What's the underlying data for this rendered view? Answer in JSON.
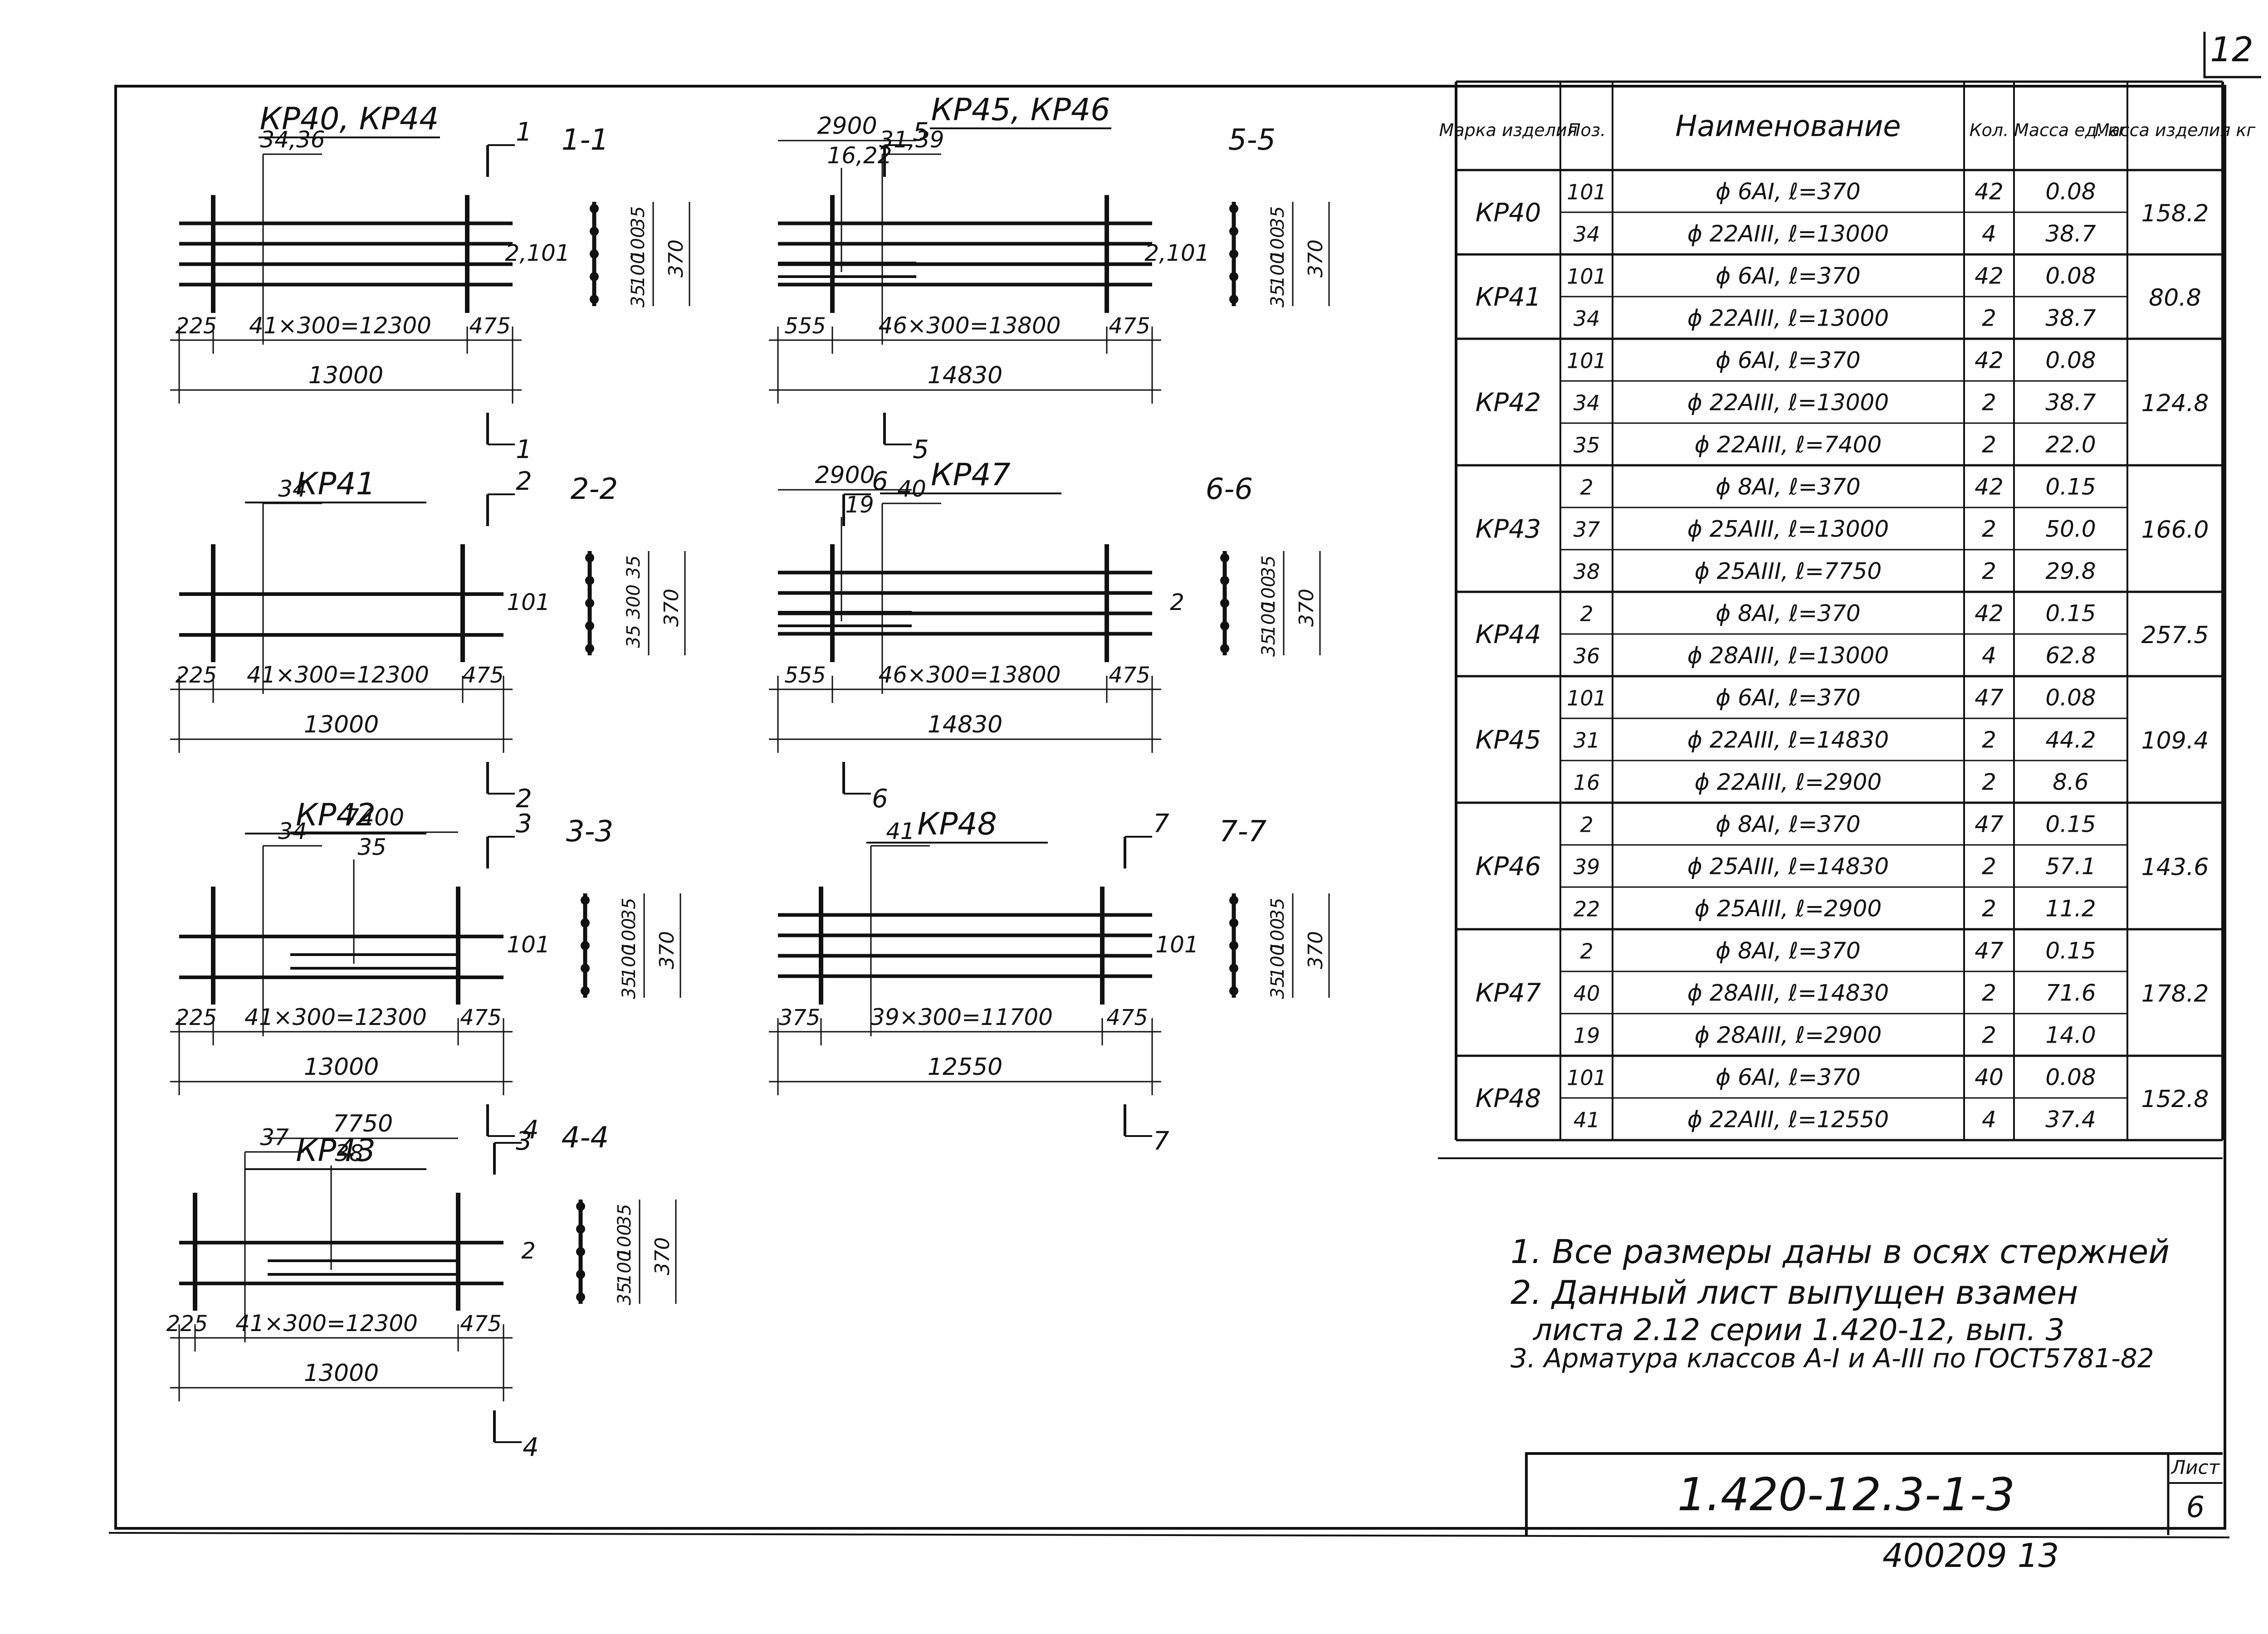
{
  "sheet_number_corner": "12",
  "drawings": [
    {
      "title": "КР40, КР44",
      "sec_label": "1-1",
      "cut": "1",
      "pos_main": "34,36",
      "pos_dist": "2,101",
      "dim_left": "225",
      "dim_mid": "41×300=12300",
      "dim_right": "475",
      "dim_total": "13000",
      "sec_dims": [
        "35",
        "100",
        "100",
        "35",
        "370"
      ]
    },
    {
      "title": "КР45, КР46",
      "sec_label": "5-5",
      "cut": "5",
      "pos_main": "31,39",
      "pos_extra": "16,22",
      "extra_len": "2900",
      "pos_dist": "2,101",
      "dim_left": "555",
      "dim_mid": "46×300=13800",
      "dim_right": "475",
      "dim_total": "14830",
      "sec_dims": [
        "35",
        "100",
        "100",
        "35",
        "370"
      ]
    },
    {
      "title": "КР41",
      "sec_label": "2-2",
      "cut": "2",
      "pos_main": "34",
      "pos_dist": "101",
      "dim_left": "225",
      "dim_mid": "41×300=12300",
      "dim_right": "475",
      "dim_total": "13000",
      "sec_dims": [
        "35",
        "300",
        "35",
        "370"
      ]
    },
    {
      "title": "КР47",
      "sec_label": "6-6",
      "cut": "6",
      "pos_main": "40",
      "pos_extra": "19",
      "extra_len": "2900",
      "pos_dist": "2",
      "dim_left": "555",
      "dim_mid": "46×300=13800",
      "dim_right": "475",
      "dim_total": "14830",
      "sec_dims": [
        "35",
        "100",
        "100",
        "35",
        "370"
      ]
    },
    {
      "title": "КР42",
      "sec_label": "3-3",
      "cut": "3",
      "pos_main": "34",
      "pos_extra": "35",
      "extra_len": "7400",
      "pos_dist": "101",
      "dim_left": "225",
      "dim_mid": "41×300=12300",
      "dim_right": "475",
      "dim_total": "13000",
      "sec_dims": [
        "35",
        "100",
        "100",
        "35",
        "370"
      ]
    },
    {
      "title": "КР48",
      "sec_label": "7-7",
      "cut": "7",
      "pos_main": "41",
      "pos_dist": "101",
      "dim_left": "375",
      "dim_mid": "39×300=11700",
      "dim_right": "475",
      "dim_total": "12550",
      "sec_dims": [
        "35",
        "100",
        "100",
        "35",
        "370"
      ]
    },
    {
      "title": "КР43",
      "sec_label": "4-4",
      "cut": "4",
      "pos_main": "37",
      "pos_extra": "38",
      "extra_len": "7750",
      "pos_dist": "2",
      "dim_left": "225",
      "dim_mid": "41×300=12300",
      "dim_right": "475",
      "dim_total": "13000",
      "sec_dims": [
        "35",
        "100",
        "100",
        "35",
        "370"
      ]
    }
  ],
  "table": {
    "headers": [
      "Марка изделия",
      "Поз.",
      "Наименование",
      "Кол.",
      "Масса ед. кг",
      "Масса изделия кг"
    ],
    "groups": [
      {
        "mark": "КР40",
        "total": "158.2",
        "rows": [
          {
            "pos": "101",
            "name": "ϕ 6АI, ℓ=370",
            "qty": "42",
            "mass": "0.08"
          },
          {
            "pos": "34",
            "name": "ϕ 22АIII, ℓ=13000",
            "qty": "4",
            "mass": "38.7"
          }
        ]
      },
      {
        "mark": "КР41",
        "total": "80.8",
        "rows": [
          {
            "pos": "101",
            "name": "ϕ 6АI, ℓ=370",
            "qty": "42",
            "mass": "0.08"
          },
          {
            "pos": "34",
            "name": "ϕ 22АIII, ℓ=13000",
            "qty": "2",
            "mass": "38.7"
          }
        ]
      },
      {
        "mark": "КР42",
        "total": "124.8",
        "rows": [
          {
            "pos": "101",
            "name": "ϕ 6АI, ℓ=370",
            "qty": "42",
            "mass": "0.08"
          },
          {
            "pos": "34",
            "name": "ϕ 22АIII, ℓ=13000",
            "qty": "2",
            "mass": "38.7"
          },
          {
            "pos": "35",
            "name": "ϕ 22АIII, ℓ=7400",
            "qty": "2",
            "mass": "22.0"
          }
        ]
      },
      {
        "mark": "КР43",
        "total": "166.0",
        "rows": [
          {
            "pos": "2",
            "name": "ϕ 8АI, ℓ=370",
            "qty": "42",
            "mass": "0.15"
          },
          {
            "pos": "37",
            "name": "ϕ 25АIII, ℓ=13000",
            "qty": "2",
            "mass": "50.0"
          },
          {
            "pos": "38",
            "name": "ϕ 25АIII, ℓ=7750",
            "qty": "2",
            "mass": "29.8"
          }
        ]
      },
      {
        "mark": "КР44",
        "total": "257.5",
        "rows": [
          {
            "pos": "2",
            "name": "ϕ 8АI, ℓ=370",
            "qty": "42",
            "mass": "0.15"
          },
          {
            "pos": "36",
            "name": "ϕ 28АIII, ℓ=13000",
            "qty": "4",
            "mass": "62.8"
          }
        ]
      },
      {
        "mark": "КР45",
        "total": "109.4",
        "rows": [
          {
            "pos": "101",
            "name": "ϕ 6АI, ℓ=370",
            "qty": "47",
            "mass": "0.08"
          },
          {
            "pos": "31",
            "name": "ϕ 22АIII, ℓ=14830",
            "qty": "2",
            "mass": "44.2"
          },
          {
            "pos": "16",
            "name": "ϕ 22АIII, ℓ=2900",
            "qty": "2",
            "mass": "8.6"
          }
        ]
      },
      {
        "mark": "КР46",
        "total": "143.6",
        "rows": [
          {
            "pos": "2",
            "name": "ϕ 8АI, ℓ=370",
            "qty": "47",
            "mass": "0.15"
          },
          {
            "pos": "39",
            "name": "ϕ 25АIII, ℓ=14830",
            "qty": "2",
            "mass": "57.1"
          },
          {
            "pos": "22",
            "name": "ϕ 25АIII, ℓ=2900",
            "qty": "2",
            "mass": "11.2"
          }
        ]
      },
      {
        "mark": "КР47",
        "total": "178.2",
        "rows": [
          {
            "pos": "2",
            "name": "ϕ 8АI, ℓ=370",
            "qty": "47",
            "mass": "0.15"
          },
          {
            "pos": "40",
            "name": "ϕ 28АIII, ℓ=14830",
            "qty": "2",
            "mass": "71.6"
          },
          {
            "pos": "19",
            "name": "ϕ 28АIII, ℓ=2900",
            "qty": "2",
            "mass": "14.0"
          }
        ]
      },
      {
        "mark": "КР48",
        "total": "152.8",
        "rows": [
          {
            "pos": "101",
            "name": "ϕ 6АI, ℓ=370",
            "qty": "40",
            "mass": "0.08"
          },
          {
            "pos": "41",
            "name": "ϕ 22АIII, ℓ=12550",
            "qty": "4",
            "mass": "37.4"
          }
        ]
      }
    ]
  },
  "notes": [
    "1. Все размеры даны в осях стержней",
    "2. Данный лист выпущен взамен",
    "листа 2.12 серии 1.420-12, вып. 3",
    "3. Арматура классов А-I и А-III по ГОСТ5781-82"
  ],
  "stamp": {
    "code": "1.420-12.3-1-3",
    "sheet_label": "Лист",
    "sheet_no": "6"
  },
  "archive_number": "400209 13"
}
